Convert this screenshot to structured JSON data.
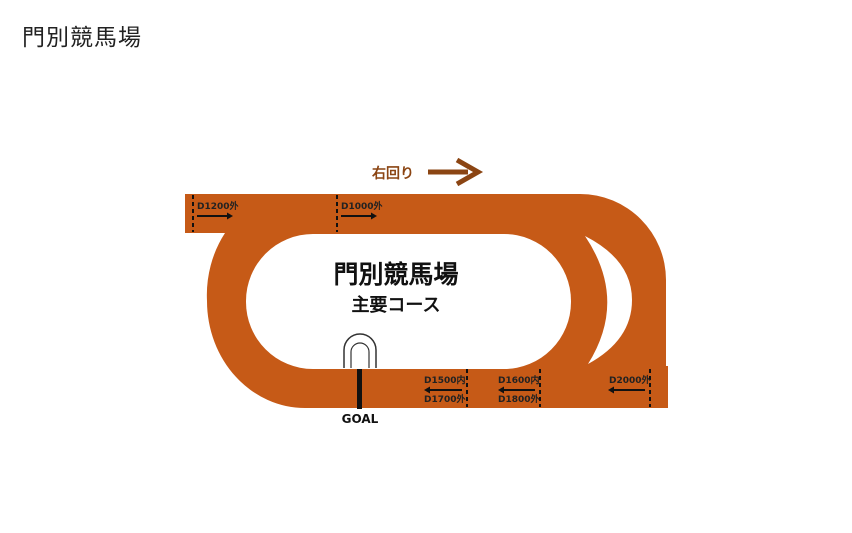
{
  "title": "門別競馬場",
  "course": {
    "name": "門別競馬場",
    "subtitle": "主要コース",
    "direction_label": "右回り",
    "goal_label": "GOAL",
    "track_color": "#c65a17",
    "direction_color": "#8b4513",
    "markers": [
      {
        "lines": [
          "D1200外"
        ],
        "arrow": "right"
      },
      {
        "lines": [
          "D1000外"
        ],
        "arrow": "right"
      },
      {
        "lines": [
          "D1500内",
          "D1700外"
        ],
        "arrow": "left"
      },
      {
        "lines": [
          "D1600内",
          "D1800外"
        ],
        "arrow": "left"
      },
      {
        "lines": [
          "D2000外"
        ],
        "arrow": "left"
      }
    ]
  }
}
